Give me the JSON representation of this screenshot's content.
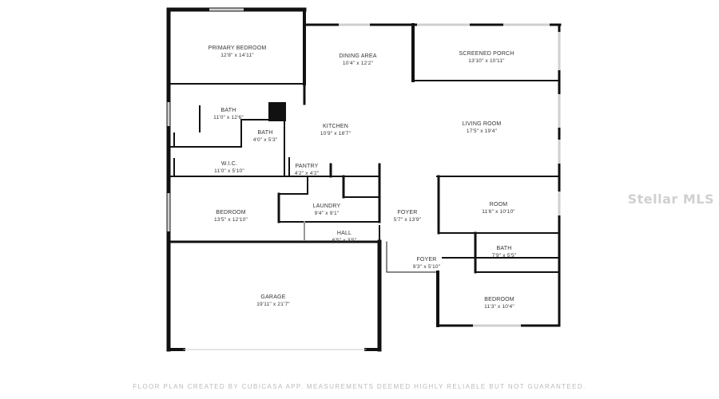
{
  "rooms": {
    "primary_bedroom": {
      "name": "PRIMARY BEDROOM",
      "dim": "12'8\" x 14'11\""
    },
    "dining_area": {
      "name": "DINING AREA",
      "dim": "10'4\" x 12'2\""
    },
    "screened_porch": {
      "name": "SCREENED PORCH",
      "dim": "13'10\" x 10'11\""
    },
    "bath_primary": {
      "name": "BATH",
      "dim": "11'0\" x 12'6\""
    },
    "bath_small": {
      "name": "BATH",
      "dim": "4'0\" x 5'3\""
    },
    "kitchen": {
      "name": "KITCHEN",
      "dim": "10'9\" x 18'7\""
    },
    "living_room": {
      "name": "LIVING ROOM",
      "dim": "17'5\" x 19'4\""
    },
    "wic": {
      "name": "W.I.C.",
      "dim": "11'0\" x 5'10\""
    },
    "pantry": {
      "name": "PANTRY",
      "dim": "4'2\" x 4'2\""
    },
    "bedroom_left": {
      "name": "BEDROOM",
      "dim": "13'5\" x 12'10\""
    },
    "laundry": {
      "name": "LAUNDRY",
      "dim": "9'4\" x 9'1\""
    },
    "foyer_main": {
      "name": "FOYER",
      "dim": "5'7\" x 13'9\""
    },
    "room": {
      "name": "ROOM",
      "dim": "11'6\" x 10'10\""
    },
    "hall": {
      "name": "HALL",
      "dim": "6'5\" x 3'5\""
    },
    "bath_right": {
      "name": "BATH",
      "dim": "7'9\" x 5'5\""
    },
    "foyer_small": {
      "name": "FOYER",
      "dim": "9'3\" x 5'10\""
    },
    "garage": {
      "name": "GARAGE",
      "dim": "19'11\" x 21'7\""
    },
    "bedroom_right": {
      "name": "BEDROOM",
      "dim": "11'3\" x 10'4\""
    }
  },
  "watermark": "Stellar MLS",
  "footer": "FLOOR PLAN CREATED BY CUBICASA APP. MEASUREMENTS DEEMED HIGHLY RELIABLE BUT NOT GUARANTEED.",
  "colors": {
    "wall": "#111111",
    "window": "#cfcfcf",
    "text": "#333333"
  }
}
